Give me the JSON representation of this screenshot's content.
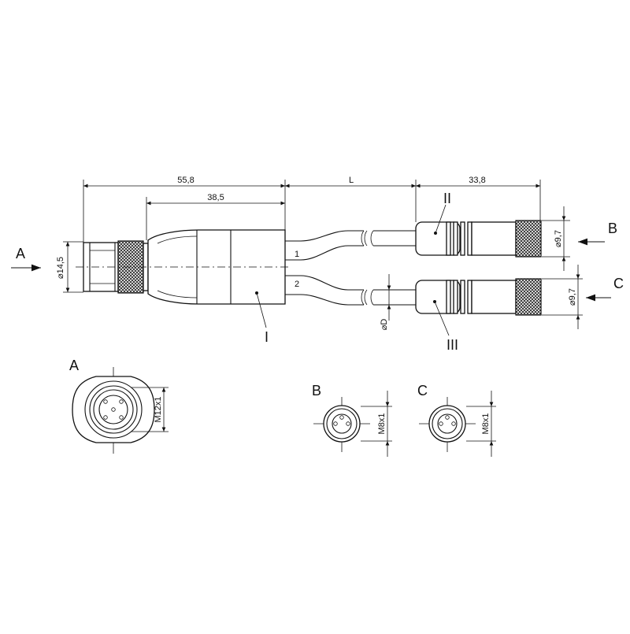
{
  "dimensions": {
    "overall_left": "55,8",
    "housing": "38,5",
    "cable_length": "L",
    "right_connector": "33,8",
    "dia_left": "⌀14,5",
    "dia_b": "⌀9,7",
    "dia_c": "⌀9,7",
    "dia_cable": "⌀D",
    "thread_a": "M12x1",
    "thread_b": "M8x1",
    "thread_c": "M8x1"
  },
  "labels": {
    "arrow_a": "A",
    "arrow_b": "B",
    "arrow_c": "C",
    "callout_i": "I",
    "callout_ii": "II",
    "callout_iii": "III",
    "wire_1": "1",
    "wire_2": "2",
    "view_a": "A",
    "view_b": "B",
    "view_c": "C"
  }
}
